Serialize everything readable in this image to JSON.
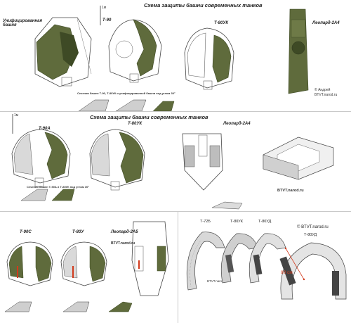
{
  "colors": {
    "armor_green": "#5f6b3c",
    "armor_dark": "#3e4a25",
    "highlight_red": "#d23a1c",
    "outline": "#444444",
    "hatch": "#7c7c7c"
  },
  "panel_top": {
    "title": "Схема защиты башни современных танков",
    "tanks": [
      {
        "name": "Т-90"
      },
      {
        "name": "Т-80УК"
      },
      {
        "name": "Леопард-2А4"
      }
    ],
    "left_label": "Унифицированная башня",
    "scale": "1м",
    "caption": "Сечения башен Т-90, Т-80УК и унифицированной башни под углом 30°",
    "copyright": "© Андрей",
    "site": "BTVT.narod.ru"
  },
  "panel_middle": {
    "title": "Схема защиты башни современных танков",
    "tanks": [
      {
        "name": "Т-90А"
      },
      {
        "name": "Т-80УК"
      },
      {
        "name": "Леопард-2А4"
      }
    ],
    "scale": "1м",
    "caption": "Сечения башен Т-90А и Т-80УК под углом 30°",
    "site": "BTVT.narod.ru"
  },
  "panel_bottom_left": {
    "tanks": [
      {
        "name": "Т-90С"
      },
      {
        "name": "Т-80У"
      },
      {
        "name": "Леопард-2А5"
      }
    ],
    "site": "BTVT.narod.ru"
  },
  "panel_bottom_right": {
    "tanks": [
      {
        "name": "Т-72Б"
      },
      {
        "name": "Т-80УК"
      },
      {
        "name": "Т-80УД"
      },
      {
        "name": "Т-80УД"
      }
    ],
    "measure": "80 см",
    "copyright": "© BTVT.narod.ru",
    "site": "BTVT.narod.ru"
  }
}
